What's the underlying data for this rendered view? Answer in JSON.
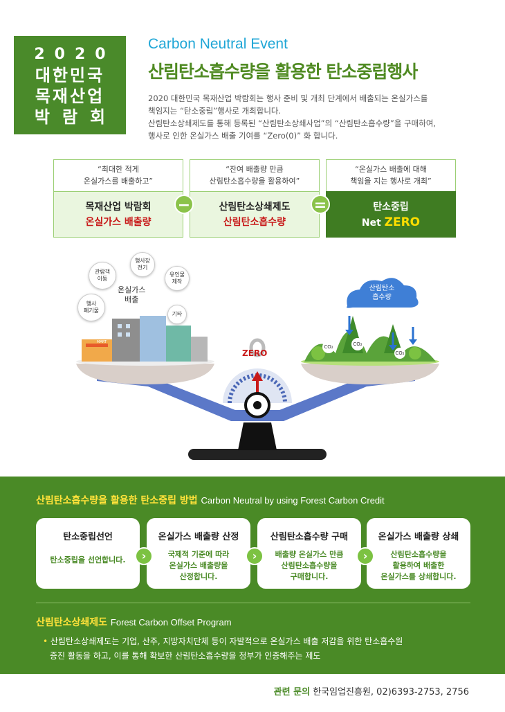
{
  "badge": {
    "line1": "2020",
    "line2": "대한민국",
    "line3": "목재산업",
    "line4": "박람회"
  },
  "header": {
    "event_en": "Carbon Neutral Event",
    "title": "산림탄소흡수량을 활용한 탄소중립행사",
    "intro": [
      "2020 대한민국 목재산업 박람회는 행사 준비 및 개최 단계에서 배출되는 온실가스를",
      "책임지는 “탄소중립”행사로 개최합니다.",
      "산림탄소상쇄제도를 통해 등록된 “산림탄소상쇄사업”의 “산림탄소흡수량”을 구매하여,",
      "행사로 인한 온실가스 배출 기여를 “Zero(0)” 화 합니다."
    ]
  },
  "equation": {
    "box1": {
      "quote1": "“최대한 적게",
      "quote2": "온실가스를 배출하고”",
      "line1": "목재산업 박람회",
      "line2": "온실가스 배출량"
    },
    "minus": "−",
    "box2": {
      "quote1": "“잔여 배출량 만큼",
      "quote2": "산림탄소흡수량을 활용하여”",
      "line1": "산림탄소상쇄제도",
      "line2": "산림탄소흡수량"
    },
    "equals": "=",
    "box3": {
      "quote1": "“온실가스 배출에 대해",
      "quote2": "책임을 지는 행사로 개최”",
      "line1": "탄소중립",
      "line2a": "Net ",
      "line2b": "ZERO"
    }
  },
  "scene": {
    "gas_label1": "온실가스",
    "gas_label2": "배출",
    "bubbles": {
      "b1a": "관람객",
      "b1b": "이동",
      "b2a": "행사장",
      "b2b": "전기",
      "b3a": "유인물",
      "b3b": "제작",
      "b4a": "행사",
      "b4b": "폐기물",
      "b5": "기타"
    },
    "co2": "CO₂",
    "mart": "MART",
    "cloud1": "산림탄소",
    "cloud2": "흡수량",
    "zero_digit": "0",
    "zero_label": "ZERO"
  },
  "method": {
    "title": "산림탄소흡수량을 활용한 탄소중립 방법",
    "title_en": "Carbon Neutral by using Forest Carbon Credit",
    "steps": [
      {
        "title": "탄소중립선언",
        "d1": "탄소중립을 선언합니다.",
        "d2": "",
        "d3": ""
      },
      {
        "title": "온실가스 배출량 산정",
        "d1": "국제적 기준에 따라",
        "d2": "온실가스 배출량을",
        "d3": "산정합니다."
      },
      {
        "title": "산림탄소흡수량 구매",
        "d1": "배출량 온실가스 만큼",
        "d2": "산림탄소흡수량을",
        "d3": "구매합니다."
      },
      {
        "title": "온실가스 배출량 상쇄",
        "d1": "산림탄소흡수량을",
        "d2": "활용하여 배출한",
        "d3": "온실가스를 상쇄합니다."
      }
    ],
    "arrow": "›"
  },
  "program": {
    "title": "산림탄소상쇄제도",
    "title_en": "Forest Carbon Offset Program",
    "bullet_dot": "•",
    "line1": " 산림탄소상쇄제도는 기업, 산주, 지방자치단체 등이 자발적으로 온실가스 배출 저감을 위한 탄소흡수원",
    "line2": "증진 활동을 하고, 이를 통해 확보한 산림탄소흡수량을 정부가 인증해주는 제도"
  },
  "contact": {
    "label": "관련 문의",
    "text": "한국임업진흥원, 02)6393-2753, 2756"
  }
}
